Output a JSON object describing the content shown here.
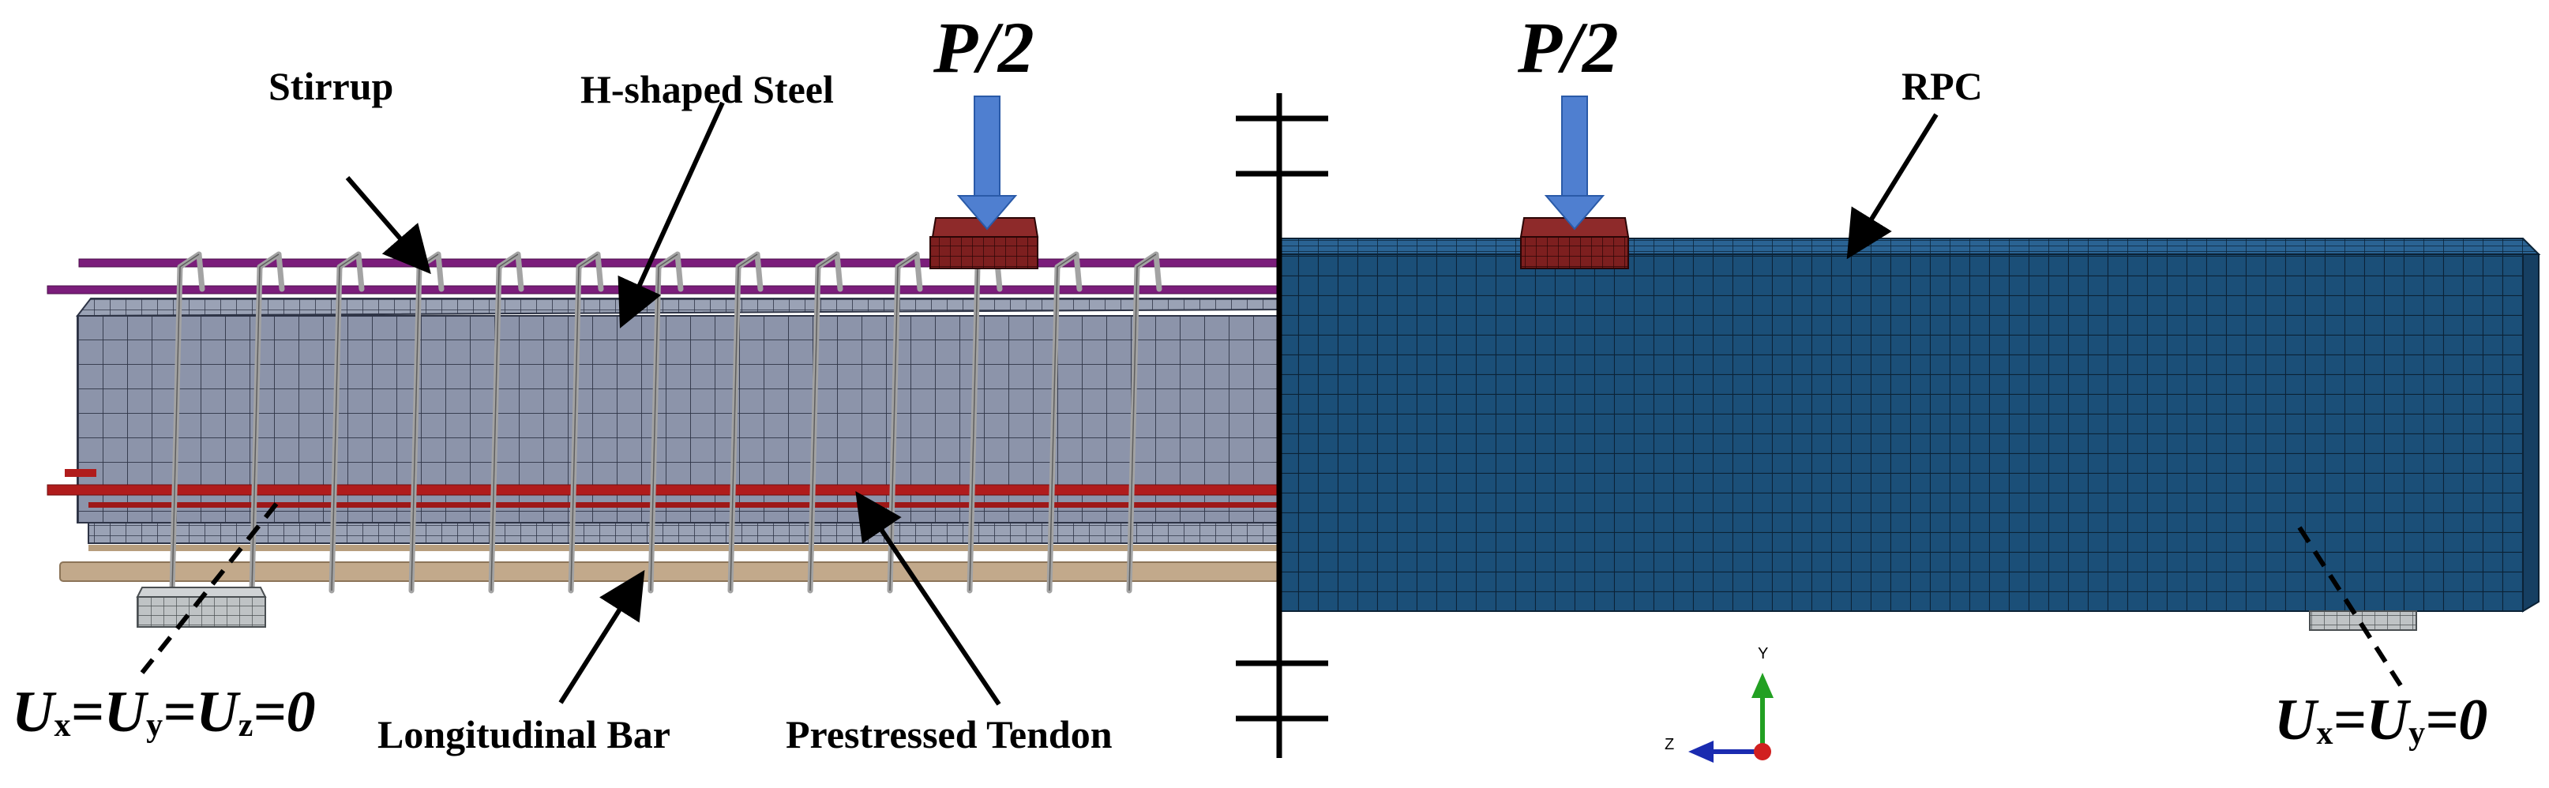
{
  "labels": {
    "stirrup": "Stirrup",
    "h_steel": "H-shaped Steel",
    "rpc": "RPC",
    "long_bar": "Longitudinal Bar",
    "tendon": "Prestressed Tendon"
  },
  "loads": {
    "left": "P/2",
    "right": "P/2"
  },
  "boundary": {
    "left": {
      "symbols": [
        "U",
        "U",
        "U"
      ],
      "subs": [
        "x",
        "y",
        "z"
      ],
      "eq": "=",
      "value": "0"
    },
    "right": {
      "symbols": [
        "U",
        "U"
      ],
      "subs": [
        "x",
        "y"
      ],
      "eq": "=",
      "value": "0"
    }
  },
  "triad": {
    "y": "Y",
    "z": "Z"
  },
  "colors": {
    "rpc": "#1b4f78",
    "h_steel": "#8c94aa",
    "stirrup": "#a3a3a3",
    "top_bar": "#7b1d7b",
    "tendon": "#b01c1c",
    "long_bar": "#c2a98b",
    "load_block": "#7d1f1f",
    "arrow": "#4f7fd0",
    "support": "#bfc3c5"
  }
}
